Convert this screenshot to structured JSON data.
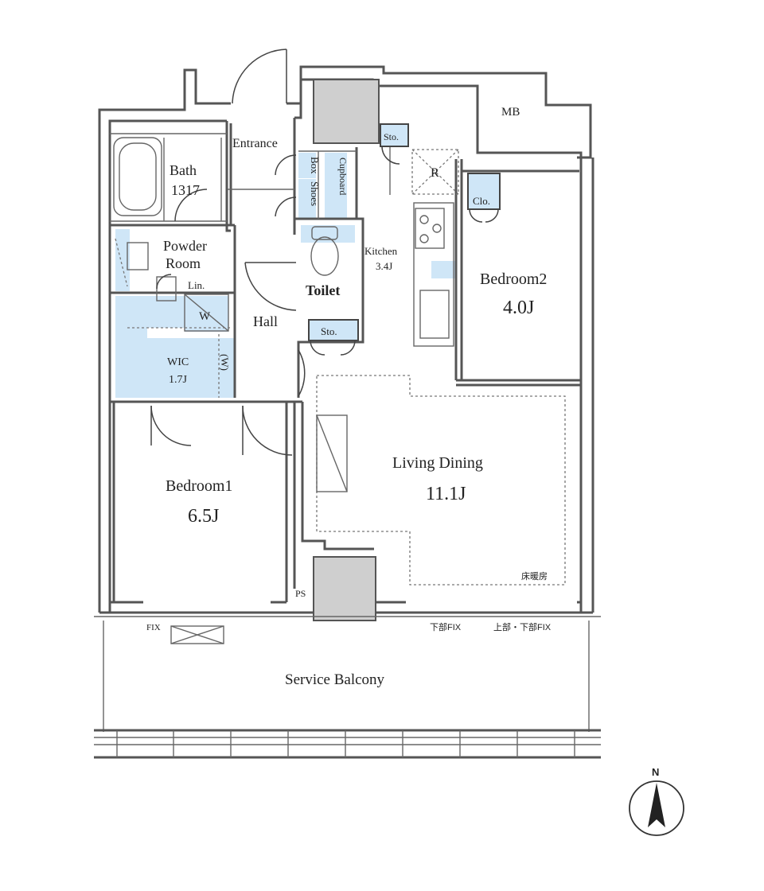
{
  "rooms": {
    "mb": "MB",
    "entrance": "Entrance",
    "sto_top": "Sto.",
    "box": "Box",
    "shoes": "Shoes",
    "cupboard": "Cupboard",
    "fridge": "R",
    "bath_name": "Bath",
    "bath_size": "1317",
    "clo": "Clo.",
    "powder_line1": "Powder",
    "powder_line2": "Room",
    "kitchen_name": "Kitchen",
    "kitchen_size": "3.4J",
    "toilet": "Toilet",
    "lin": "Lin.",
    "washer": "W",
    "bedroom2_name": "Bedroom2",
    "bedroom2_size": "4.0J",
    "hall": "Hall",
    "sto_hall": "Sto.",
    "wic_name": "WIC",
    "wic_size": "1.7J",
    "wic_w": "(W)",
    "living_name": "Living Dining",
    "living_size": "11.1J",
    "bedroom1_name": "Bedroom1",
    "bedroom1_size": "6.5J",
    "floor_heating": "床暖房",
    "ps": "PS",
    "service_balcony": "Service Balcony"
  },
  "windows": {
    "fix_left": "FIX",
    "fix_lower": "下部FIX",
    "fix_upper_lower": "上部・下部FIX"
  },
  "compass": {
    "north": "N"
  }
}
